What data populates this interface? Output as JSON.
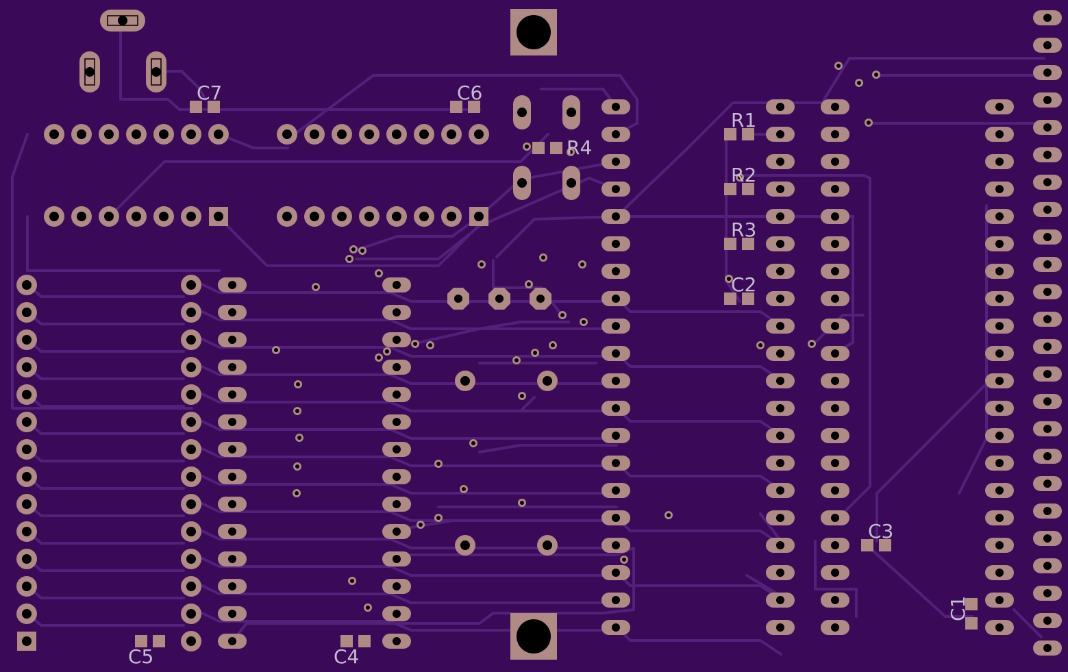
{
  "colors": {
    "board": "#3a0a58",
    "trace": "#53207a",
    "copper": "#b08a84",
    "hole": "#000000",
    "silk": "#c7bcd2"
  },
  "labels": {
    "c1": "C1",
    "c2": "C2",
    "c3": "C3",
    "c4": "C4",
    "c5": "C5",
    "c6": "C6",
    "c7": "C7",
    "r1": "R1",
    "r2": "R2",
    "r3": "R3",
    "r4": "R4"
  }
}
